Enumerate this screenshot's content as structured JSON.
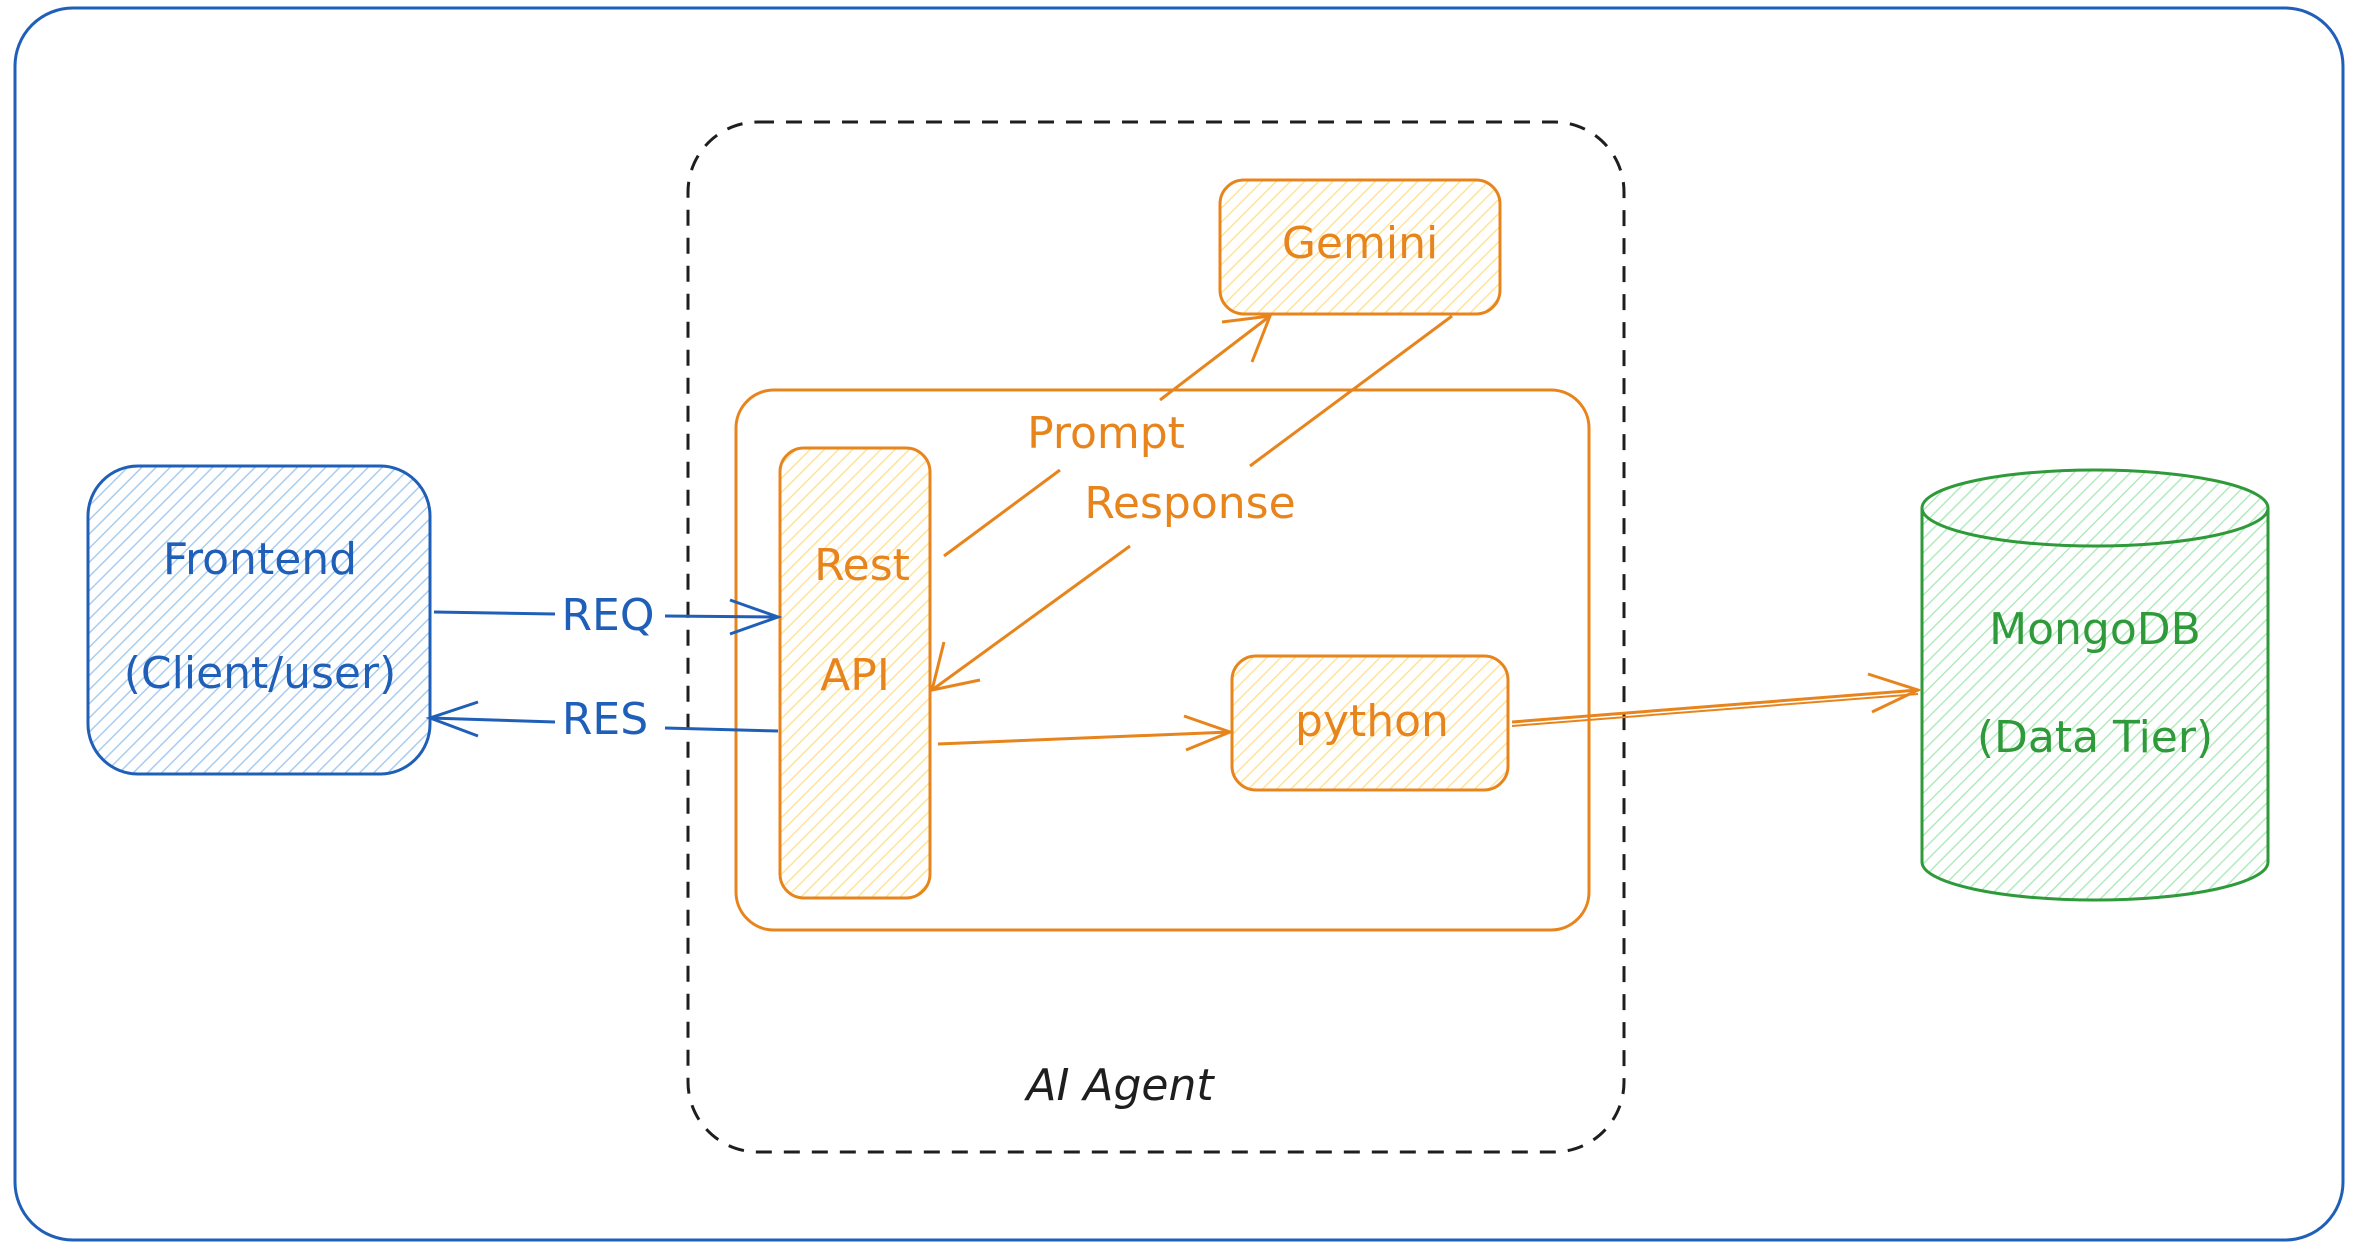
{
  "colors": {
    "frame": "#1f5fb8",
    "blue": "#1f5fb8",
    "blue_fill": "#a9cdf0",
    "orange": "#e8841c",
    "orange_fill": "#ffe39a",
    "green": "#2f9a3a",
    "green_fill": "#b2ebbd",
    "dark": "#1e1e1e"
  },
  "frontend": {
    "title": "Frontend",
    "subtitle": "(Client/user)"
  },
  "edges": {
    "req_label": "REQ",
    "res_label": "RES",
    "prompt_label": "Prompt",
    "response_label": "Response"
  },
  "ai_agent": {
    "label": "AI Agent"
  },
  "rest_api": {
    "line1": "Rest",
    "line2": "API"
  },
  "gemini": {
    "label": "Gemini"
  },
  "python": {
    "label": "python"
  },
  "mongodb": {
    "title": "MongoDB",
    "subtitle": "(Data Tier)"
  }
}
